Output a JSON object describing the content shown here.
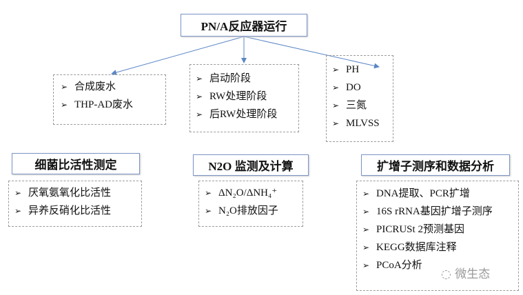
{
  "title": "PN/A反应器运行",
  "top_groups": [
    {
      "items": [
        "合成废水",
        "THP-AD废水"
      ]
    },
    {
      "items": [
        "启动阶段",
        "RW处理阶段",
        "后RW处理阶段"
      ]
    },
    {
      "items": [
        "PH",
        "DO",
        "三氮",
        "MLVSS"
      ]
    }
  ],
  "sections": [
    {
      "heading": "细菌比活性测定",
      "items": [
        "厌氧氨氧化比活性",
        "异养反硝化比活性"
      ]
    },
    {
      "heading": "N2O 监测及计算",
      "items": [
        "ΔN₂O/ΔNH₄⁺",
        "N₂O排放因子"
      ]
    },
    {
      "heading": "扩增子测序和数据分析",
      "items": [
        "DNA提取、PCR扩增",
        "16S rRNA基因扩增子测序",
        "PICRUSt 2预测基因",
        "KEGG数据库注释",
        "PCoA分析"
      ]
    }
  ],
  "bullet": "➢",
  "watermark": "微生态",
  "colors": {
    "arrow": "#5b86c5",
    "border": "#7b93c4"
  }
}
